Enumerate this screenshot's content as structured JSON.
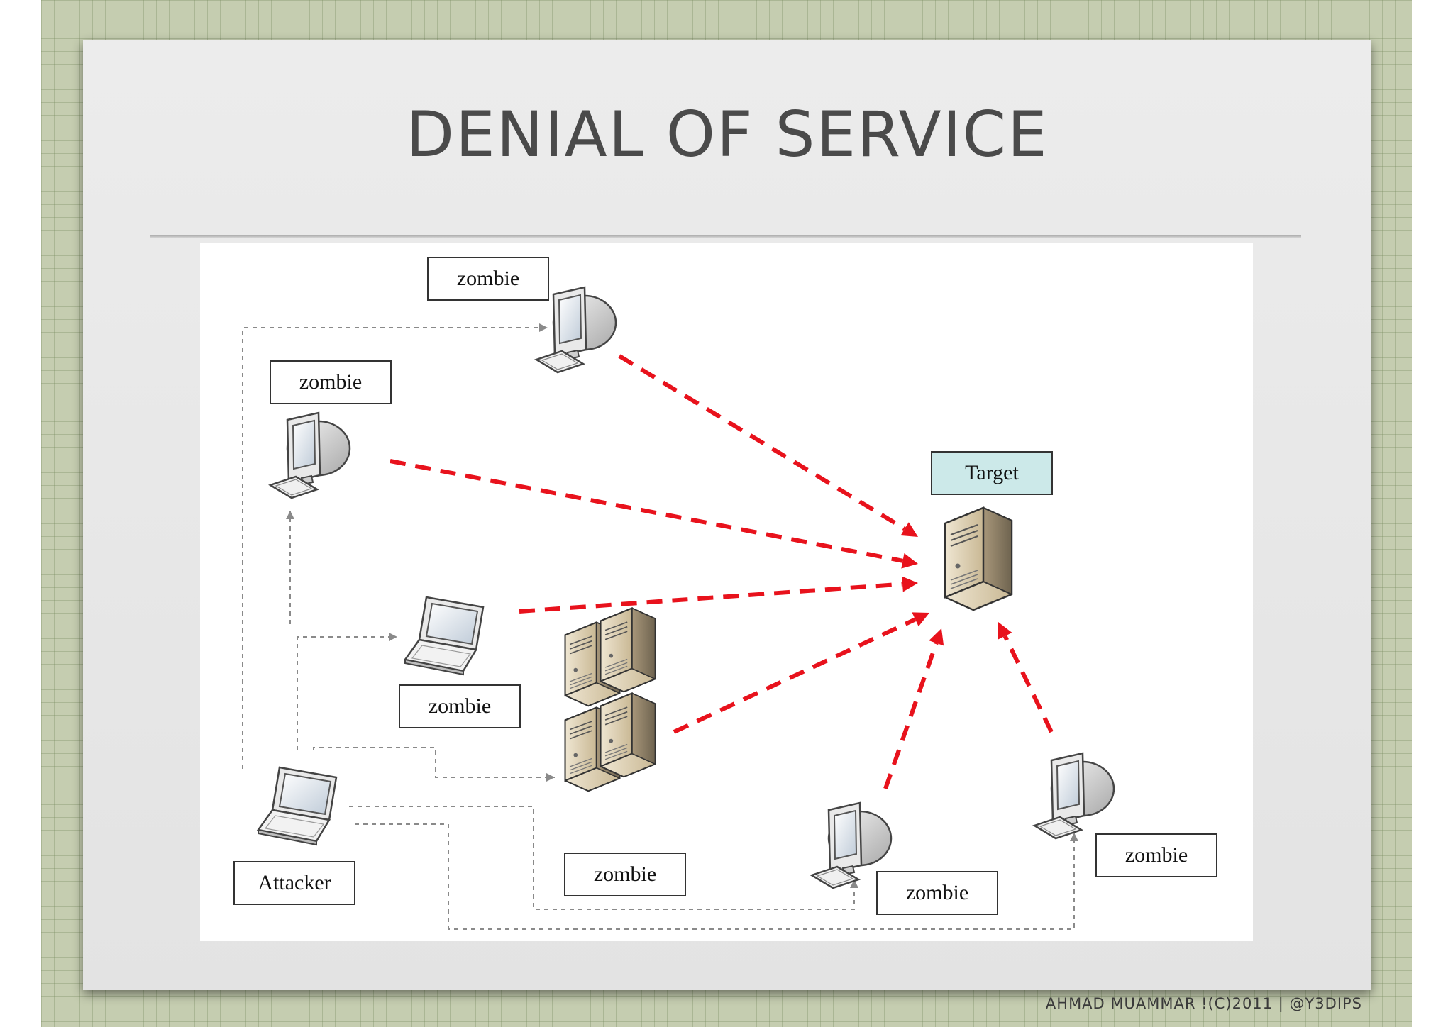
{
  "slide": {
    "title": "DENIAL OF SERVICE",
    "footer": "AHMAD MUAMMAR !(C)2011 | @Y3DIPS"
  },
  "diagram": {
    "nodes": [
      {
        "id": "zombie-top",
        "label": "zombie",
        "icon": "desktop-computer-icon"
      },
      {
        "id": "zombie-upper-left",
        "label": "zombie",
        "icon": "desktop-computer-icon"
      },
      {
        "id": "zombie-laptop",
        "label": "zombie",
        "icon": "laptop-icon"
      },
      {
        "id": "zombie-servers",
        "label": "zombie",
        "icon": "server-cluster-icon"
      },
      {
        "id": "zombie-bottom-middle",
        "label": "zombie",
        "icon": "desktop-computer-icon"
      },
      {
        "id": "zombie-bottom-right",
        "label": "zombie",
        "icon": "desktop-computer-icon"
      },
      {
        "id": "attacker",
        "label": "Attacker",
        "icon": "laptop-icon"
      },
      {
        "id": "target",
        "label": "Target",
        "icon": "server-tower-icon"
      }
    ],
    "command_links": [
      {
        "from": "attacker",
        "to": "zombie-top"
      },
      {
        "from": "attacker",
        "to": "zombie-upper-left"
      },
      {
        "from": "attacker",
        "to": "zombie-laptop"
      },
      {
        "from": "attacker",
        "to": "zombie-servers"
      },
      {
        "from": "attacker",
        "to": "zombie-bottom-middle"
      },
      {
        "from": "attacker",
        "to": "zombie-bottom-right"
      }
    ],
    "attack_links": [
      {
        "from": "zombie-top",
        "to": "target"
      },
      {
        "from": "zombie-upper-left",
        "to": "target"
      },
      {
        "from": "zombie-laptop",
        "to": "target"
      },
      {
        "from": "zombie-servers",
        "to": "target"
      },
      {
        "from": "zombie-bottom-middle",
        "to": "target"
      },
      {
        "from": "zombie-bottom-right",
        "to": "target"
      }
    ],
    "colors": {
      "attack_link": "#e8121c",
      "command_link": "#8a8a8a",
      "target_label_fill": "#cce9e9"
    }
  }
}
